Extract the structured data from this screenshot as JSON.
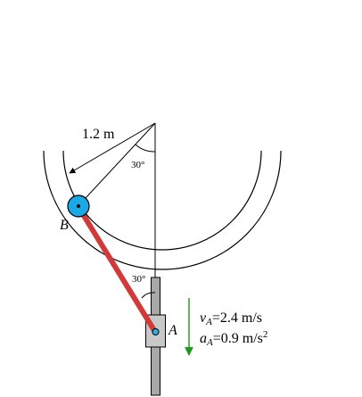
{
  "diagram": {
    "radius_label": "1.2 m",
    "angle_top_label": "30°",
    "angle_bottom_label": "30°",
    "point_b": "B",
    "point_a": "A",
    "velocity": {
      "symbol": "v",
      "subscript": "A",
      "value": "=2.4 m/s"
    },
    "acceleration": {
      "symbol": "a",
      "subscript": "A",
      "value": "=0.9 m/s",
      "exponent": "2"
    },
    "colors": {
      "rod": "#d23a3a",
      "pin_b": "#1aa8e6",
      "collar": "#c8c8c8",
      "shaft": "#a8a8a8",
      "arrow": "#1a9a1a",
      "pin_a": "#27b4e8"
    }
  }
}
